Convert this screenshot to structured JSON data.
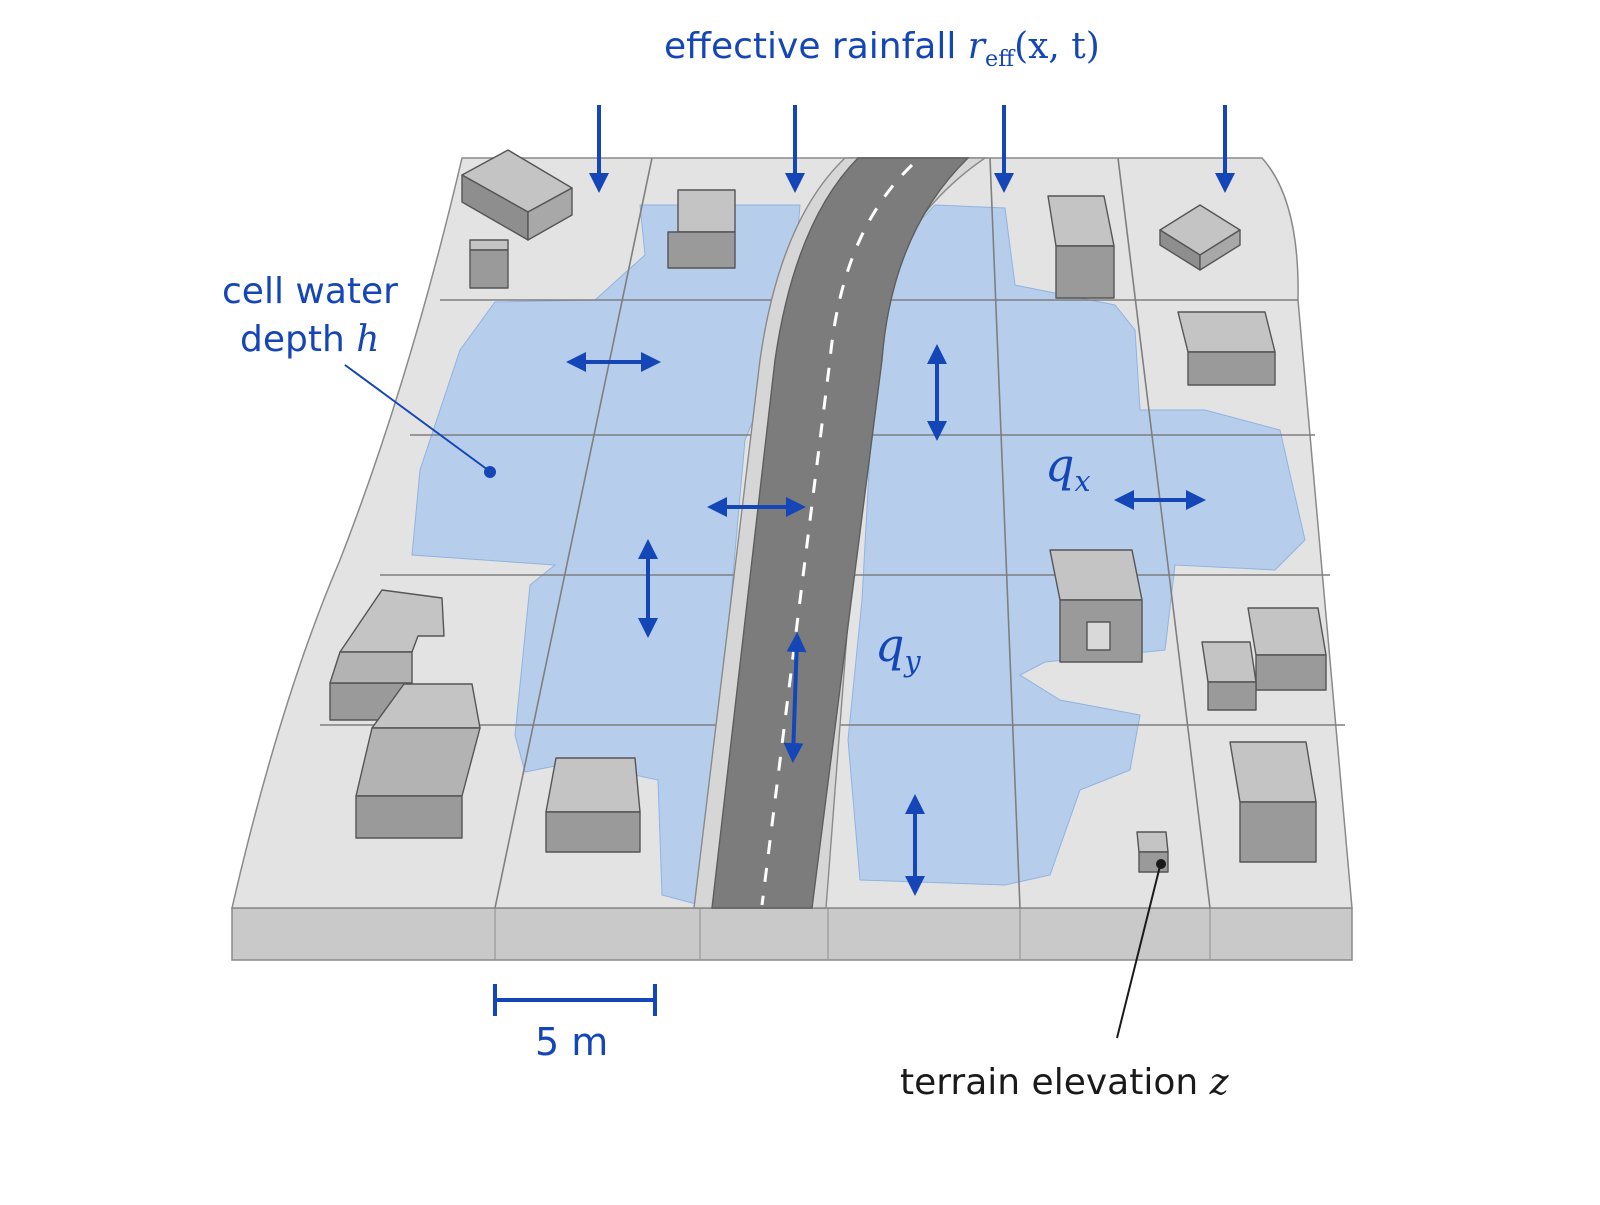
{
  "labels": {
    "rainfall_prefix": "effective rainfall",
    "rainfall_symbol": "r",
    "rainfall_subscript": "eff",
    "rainfall_args": "(x, t)",
    "cell_depth_line1": "cell water",
    "cell_depth_line2_text": "depth",
    "cell_depth_symbol": "h",
    "qx_symbol": "q",
    "qx_subscript": "x",
    "qy_symbol": "q",
    "qy_subscript": "y",
    "scale_text": "5 m",
    "terrain_text": "terrain elevation",
    "terrain_symbol": "z"
  },
  "colors": {
    "annotation_blue": "#1446b8",
    "water": "#a9c8ee",
    "road": "#7c7c7c",
    "slab": "#dcdcdc",
    "building": "#9a9a9a"
  }
}
